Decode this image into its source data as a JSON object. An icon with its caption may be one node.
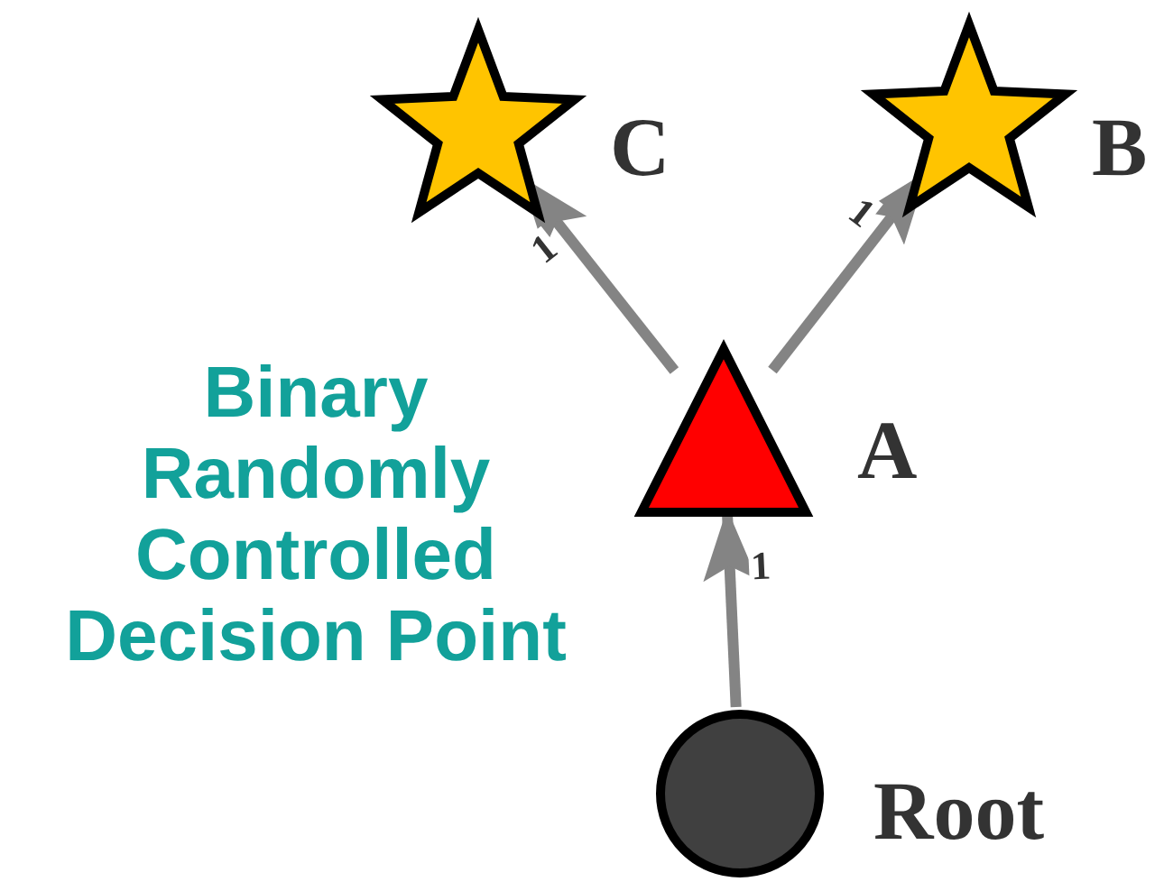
{
  "diagram": {
    "nodes": [
      {
        "text": [],
        "shape": "star",
        "beside": [
          "C"
        ]
      },
      {
        "text": [],
        "shape": "star",
        "beside": [
          "B"
        ]
      },
      {
        "text": [],
        "shape": "triangle",
        "beside": [
          "A"
        ]
      },
      {
        "text": [],
        "shape": "circle",
        "beside": [
          "Root"
        ]
      }
    ],
    "edges": [
      {
        "from": 3,
        "to": 2,
        "arrow": "to",
        "label": "1"
      },
      {
        "from": 2,
        "to": 0,
        "arrow": "to",
        "label": "1"
      },
      {
        "from": 2,
        "to": 1,
        "arrow": "to",
        "label": "1"
      }
    ],
    "labels": [
      "Binary Randomly Controlled Decision Point"
    ]
  }
}
